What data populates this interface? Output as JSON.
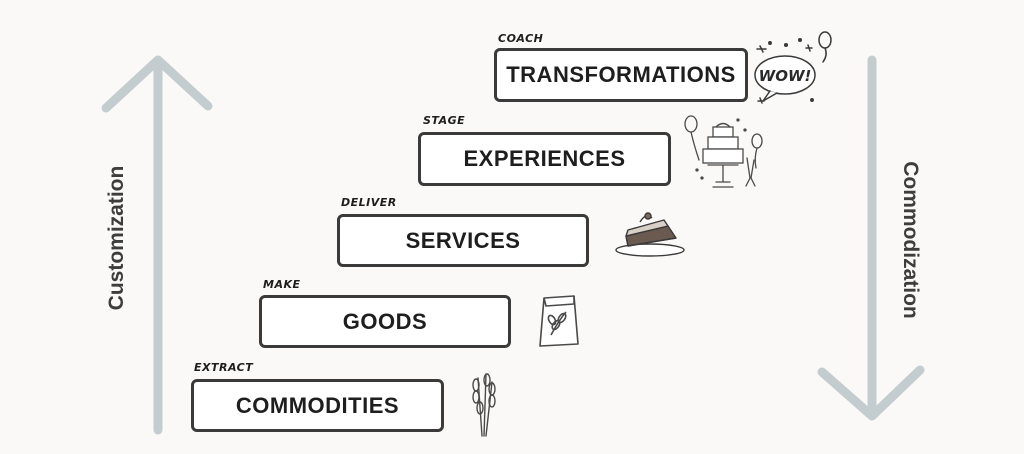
{
  "side_labels": {
    "left": "Customization",
    "right": "Commodization"
  },
  "steps": [
    {
      "verb": "EXTRACT",
      "label": "COMMODITIES",
      "icon": "wheat-icon"
    },
    {
      "verb": "MAKE",
      "label": "GOODS",
      "icon": "flour-bag-icon"
    },
    {
      "verb": "DELIVER",
      "label": "SERVICES",
      "icon": "cake-slice-icon"
    },
    {
      "verb": "STAGE",
      "label": "EXPERIENCES",
      "icon": "party-cake-icon"
    },
    {
      "verb": "COACH",
      "label": "TRANSFORMATIONS",
      "icon": "wow-bubble-icon"
    }
  ],
  "wow_text": "WOW!",
  "colors": {
    "arrow": "#c3cccf",
    "box_border": "#3a3a3a",
    "text": "#1e1e1e"
  }
}
